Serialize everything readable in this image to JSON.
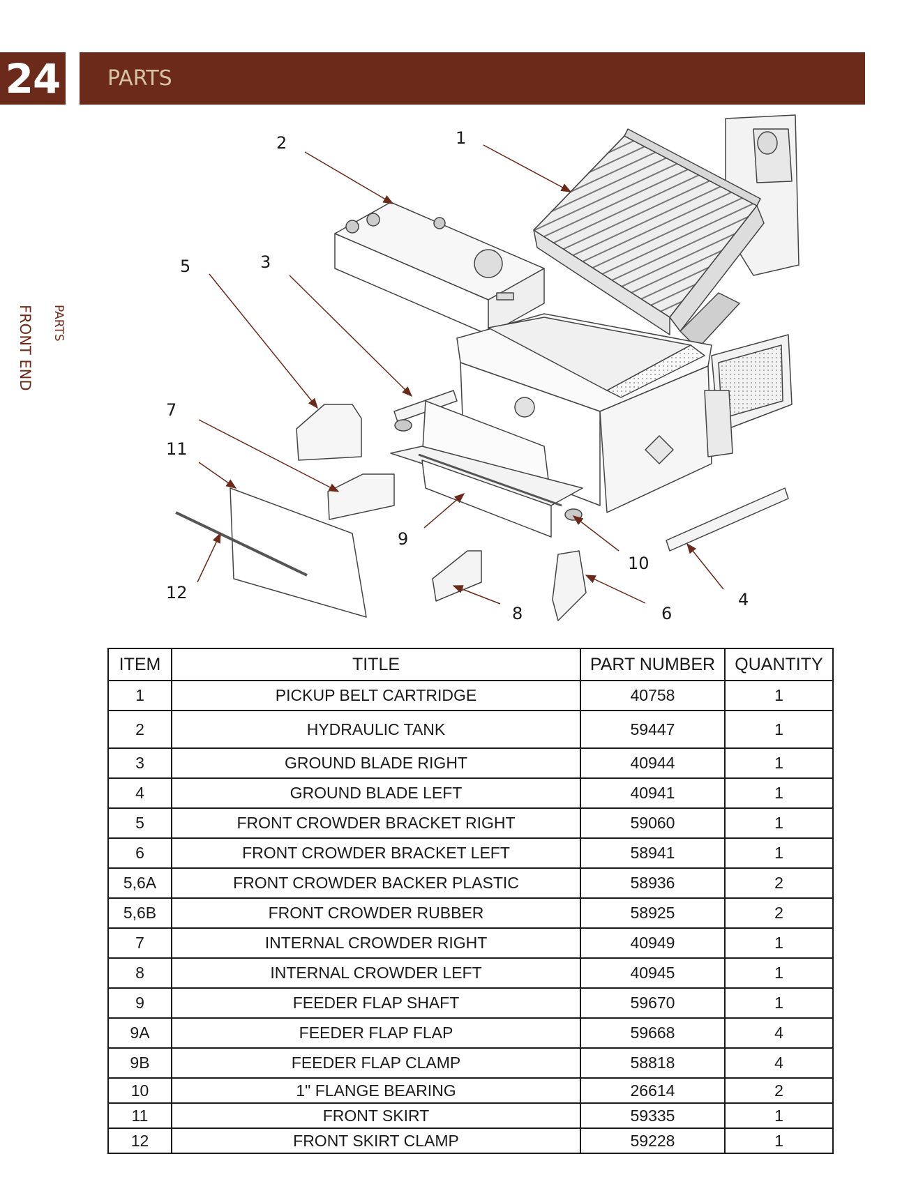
{
  "header": {
    "page_number": "24",
    "title": "PARTS"
  },
  "side_tab": {
    "section": "PARTS",
    "subsection": "FRONT END"
  },
  "diagram": {
    "callouts": [
      "1",
      "2",
      "3",
      "4",
      "5",
      "6",
      "7",
      "8",
      "9",
      "10",
      "11",
      "12"
    ]
  },
  "table": {
    "headers": [
      "ITEM",
      "TITLE",
      "PART NUMBER",
      "QUANTITY"
    ],
    "rows": [
      {
        "item": "1",
        "title": "PICKUP BELT CARTRIDGE",
        "part": "40758",
        "qty": "1"
      },
      {
        "item": "2",
        "title": "HYDRAULIC TANK",
        "part": "59447",
        "qty": "1"
      },
      {
        "item": "3",
        "title": "GROUND BLADE RIGHT",
        "part": "40944",
        "qty": "1"
      },
      {
        "item": "4",
        "title": "GROUND BLADE LEFT",
        "part": "40941",
        "qty": "1"
      },
      {
        "item": "5",
        "title": "FRONT CROWDER BRACKET RIGHT",
        "part": "59060",
        "qty": "1"
      },
      {
        "item": "6",
        "title": "FRONT CROWDER BRACKET LEFT",
        "part": "58941",
        "qty": "1"
      },
      {
        "item": "5,6A",
        "title": "FRONT CROWDER BACKER PLASTIC",
        "part": "58936",
        "qty": "2"
      },
      {
        "item": "5,6B",
        "title": "FRONT CROWDER RUBBER",
        "part": "58925",
        "qty": "2"
      },
      {
        "item": "7",
        "title": "INTERNAL CROWDER RIGHT",
        "part": "40949",
        "qty": "1"
      },
      {
        "item": "8",
        "title": "INTERNAL CROWDER LEFT",
        "part": "40945",
        "qty": "1"
      },
      {
        "item": "9",
        "title": "FEEDER FLAP SHAFT",
        "part": "59670",
        "qty": "1"
      },
      {
        "item": "9A",
        "title": "FEEDER FLAP FLAP",
        "part": "59668",
        "qty": "4"
      },
      {
        "item": "9B",
        "title": "FEEDER FLAP CLAMP",
        "part": "58818",
        "qty": "4"
      },
      {
        "item": "10",
        "title": "1\" FLANGE BEARING",
        "part": "26614",
        "qty": "2"
      },
      {
        "item": "11",
        "title": "FRONT SKIRT",
        "part": "59335",
        "qty": "1"
      },
      {
        "item": "12",
        "title": "FRONT SKIRT CLAMP",
        "part": "59228",
        "qty": "1"
      }
    ]
  }
}
